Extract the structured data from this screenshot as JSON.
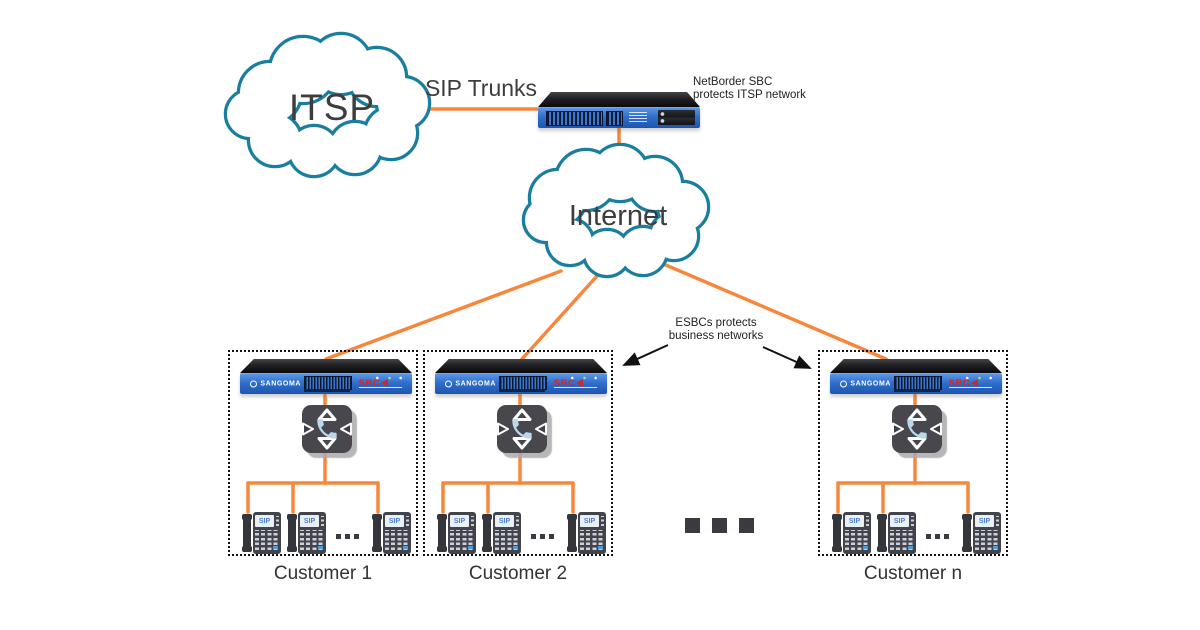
{
  "clouds": {
    "itsp": {
      "label": "ITSP"
    },
    "internet": {
      "label": "Internet"
    }
  },
  "labels": {
    "sip_trunks": "SIP Trunks"
  },
  "netborder": {
    "caption_line1": "NetBorder SBC",
    "caption_line2": "protects ITSP network"
  },
  "esbc_note": {
    "line1": "ESBCs protects",
    "line2": "business networks"
  },
  "customers": [
    {
      "label": "Customer 1"
    },
    {
      "label": "Customer 2"
    },
    {
      "label": "Customer n"
    }
  ],
  "appliance": {
    "brand": "SANGOMA",
    "model": "SBC"
  },
  "phone": {
    "screen": "SIP"
  },
  "colors": {
    "line_orange": "#F6873C",
    "cloud_teal": "#1A7E9E",
    "panel_blue": "#2F6ECB",
    "sbc_red": "#C9282D",
    "text_dark": "#3B3B3B",
    "pbx_gray": "#47474D"
  }
}
